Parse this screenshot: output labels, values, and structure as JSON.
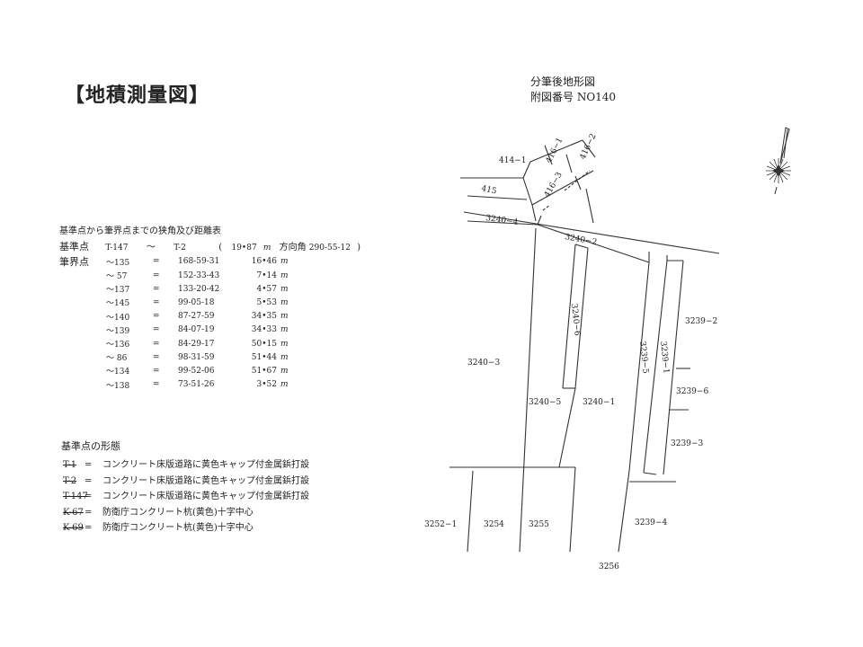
{
  "title": "【地積測量図】",
  "map_header": {
    "line1": "分筆後地形図",
    "line2": "附図番号 NO140"
  },
  "table": {
    "caption": "基準点から筆界点までの狭角及び距離表",
    "reference": {
      "label": "基準点",
      "from": "T-147",
      "tilde": "〜",
      "to": "T-2",
      "open": "(",
      "distance": "19•87",
      "unit": "m",
      "azimuth_label": "方向角",
      "azimuth": "290-55-12",
      "close": ")"
    },
    "group_label": "筆界点",
    "eq": "=",
    "unit": "m",
    "rows": [
      {
        "point": "〜135",
        "angle": "168-59-31",
        "distance": "16•46"
      },
      {
        "point": "〜 57",
        "angle": "152-33-43",
        "distance": "7•14"
      },
      {
        "point": "〜137",
        "angle": "133-20-42",
        "distance": "4•57"
      },
      {
        "point": "〜145",
        "angle": "99-05-18",
        "distance": "5•53"
      },
      {
        "point": "〜140",
        "angle": "87-27-59",
        "distance": "34•35"
      },
      {
        "point": "〜139",
        "angle": "84-07-19",
        "distance": "34•33"
      },
      {
        "point": "〜136",
        "angle": "84-29-17",
        "distance": "50•15"
      },
      {
        "point": "〜 86",
        "angle": "98-31-59",
        "distance": "51•44"
      },
      {
        "point": "〜134",
        "angle": "99-52-06",
        "distance": "51•67"
      },
      {
        "point": "〜138",
        "angle": "73-51-26",
        "distance": "3•52"
      }
    ]
  },
  "forms": {
    "heading": "基準点の形態",
    "eq": "=",
    "rows": [
      {
        "code": "T-1",
        "desc": "コンクリート床版道路に黄色キャップ付金属鋲打設"
      },
      {
        "code": "T-2",
        "desc": "コンクリート床版道路に黄色キャップ付金属鋲打設"
      },
      {
        "code": "T-147",
        "desc": "コンクリート床版道路に黄色キャップ付金属鋲打設"
      },
      {
        "code": "K-67",
        "desc": "防衛庁コンクリート杭(黄色)十字中心"
      },
      {
        "code": "K-69",
        "desc": "防衛庁コンクリート杭(黄色)十字中心"
      }
    ]
  },
  "parcels": {
    "p414_1": "414−1",
    "p416_1": "416−1",
    "p416_2": "416−2",
    "p416_3": "416−3",
    "p415": "415",
    "p3240_4": "3240−4",
    "p3240_2": "3240−2",
    "p3240_6": "3240−6",
    "p3240_3": "3240−3",
    "p3240_5": "3240−5",
    "p3240_1": "3240−1",
    "p3239_5": "3239−5",
    "p3239_1": "3239−1",
    "p3239_2": "3239−2",
    "p3239_6": "3239−6",
    "p3239_3": "3239−3",
    "p3239_4": "3239−4",
    "p3252_1": "3252−1",
    "p3254": "3254",
    "p3255": "3255",
    "p3256": "3256"
  },
  "icons": {
    "compass": "north-arrow-compass-icon"
  }
}
